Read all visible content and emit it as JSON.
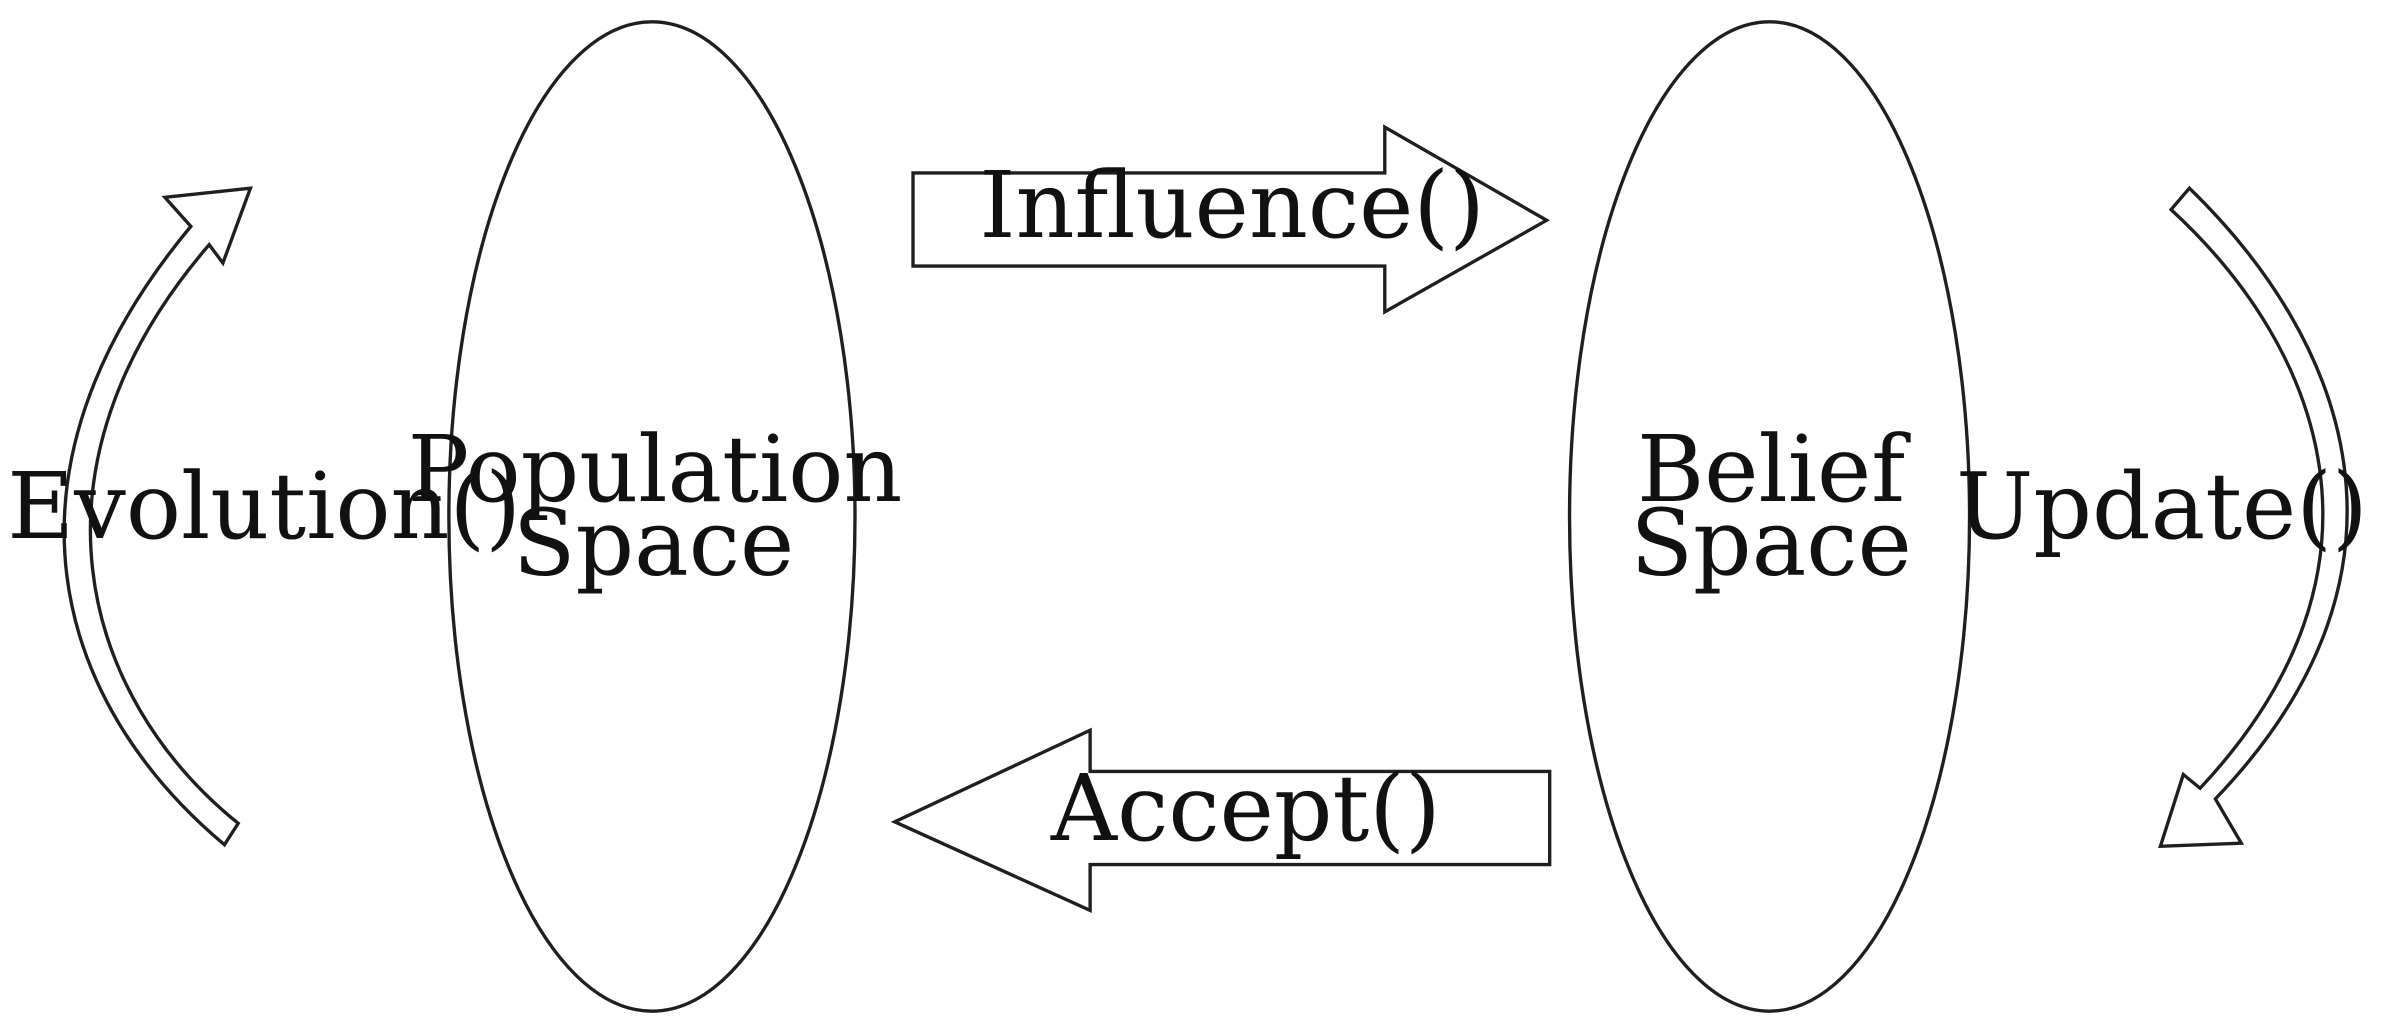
{
  "population_space": {
    "line1": "Population",
    "line2": "Space"
  },
  "belief_space": {
    "line1": "Belief",
    "line2": "Space"
  },
  "influence": {
    "label": "Influence()"
  },
  "accept": {
    "label": "Accept()"
  },
  "evolution": {
    "label": "Evolution()"
  },
  "update": {
    "label": "Update()"
  }
}
